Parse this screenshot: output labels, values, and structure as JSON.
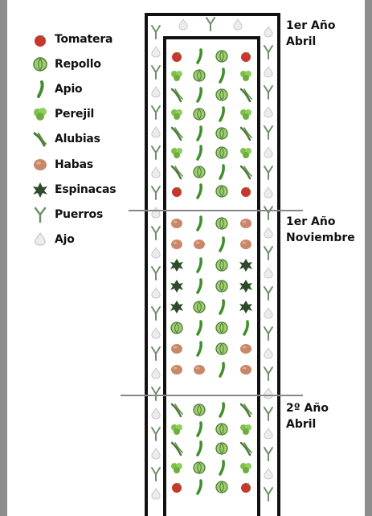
{
  "legend": {
    "items": [
      {
        "label": "Tomatera",
        "icon": "tomato-icon"
      },
      {
        "label": "Repollo",
        "icon": "cabbage-icon"
      },
      {
        "label": "Apio",
        "icon": "celery-icon"
      },
      {
        "label": "Perejil",
        "icon": "parsley-icon"
      },
      {
        "label": "Alubias",
        "icon": "bean-icon"
      },
      {
        "label": "Habas",
        "icon": "broad-bean-icon"
      },
      {
        "label": "Espinacas",
        "icon": "spinach-icon"
      },
      {
        "label": "Puerros",
        "icon": "leek-icon"
      },
      {
        "label": "Ajo",
        "icon": "garlic-icon"
      }
    ]
  },
  "periods": [
    {
      "line1": "1er Año",
      "line2": "Abril"
    },
    {
      "line1": "1er Año",
      "line2": "Noviembre"
    },
    {
      "line1": "2º Año",
      "line2": "Abril"
    }
  ],
  "colors": {
    "tomato": "#c9362c",
    "cabbage": "#9fcf6c",
    "celery": "#3f8f2a",
    "parsley": "#7fbf4c",
    "bean": "#4d7a3a",
    "broad_bean": "#c9876a",
    "spinach": "#2e4a2a",
    "leek": "#6f8f6a",
    "garlic": "#ececec",
    "bed_border": "#111111",
    "frame": "#8d8d8d"
  }
}
